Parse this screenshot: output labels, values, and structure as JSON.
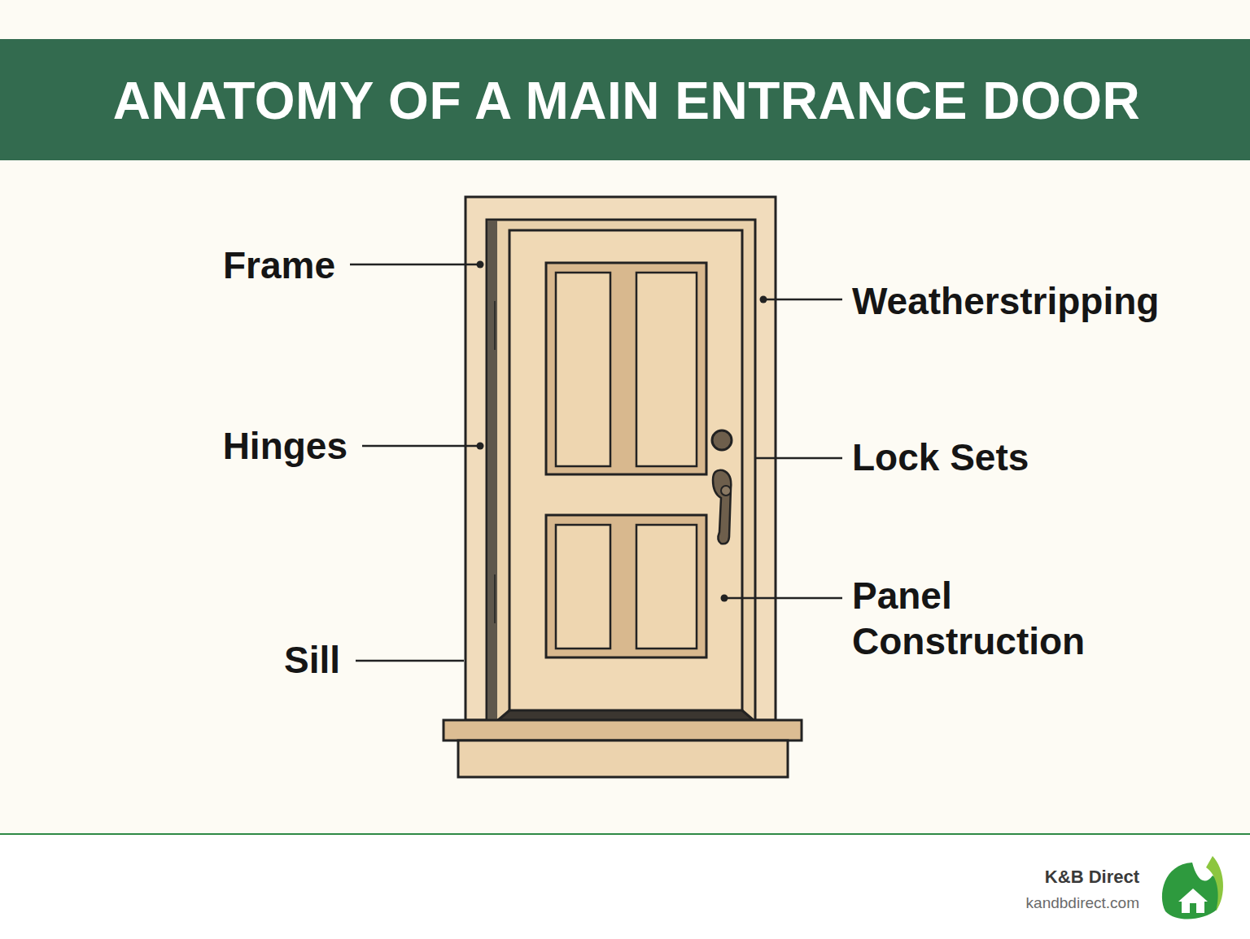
{
  "diagram": {
    "title": "ANATOMY OF A MAIN ENTRANCE DOOR",
    "labels": [
      "Frame",
      "Hinges",
      "Sill",
      "Weatherstripping",
      "Lock Sets",
      "Panel Construction",
      "K&B Direct",
      "kandbdirect.com"
    ]
  }
}
